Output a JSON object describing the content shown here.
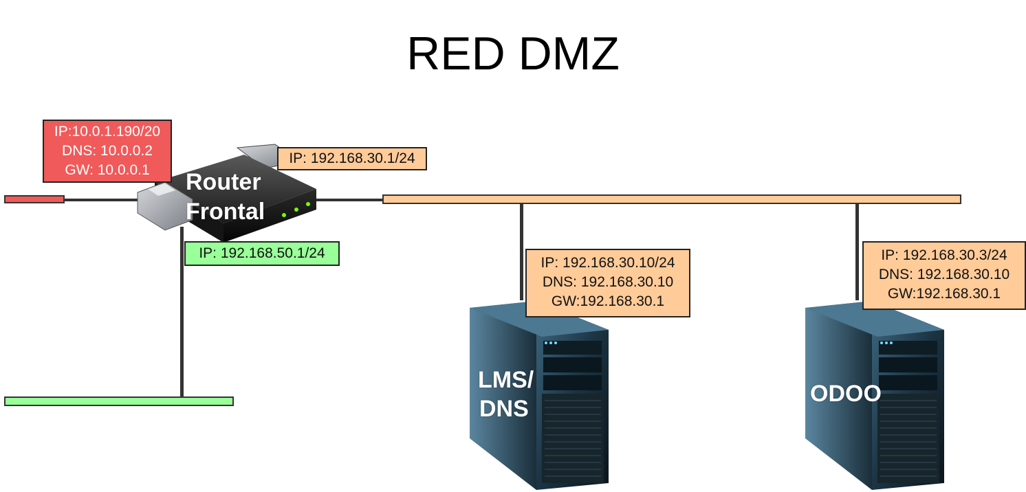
{
  "diagram": {
    "title": "RED DMZ",
    "router": {
      "name_line1": "Router",
      "name_line2": "Frontal",
      "wan_label": [
        "IP:10.0.1.190/20",
        "DNS: 10.0.0.2",
        "GW: 10.0.0.1"
      ],
      "dmz_ip": "IP: 192.168.30.1/24",
      "lan_ip": "IP: 192.168.50.1/24"
    },
    "servers": [
      {
        "name_line1": "LMS/",
        "name_line2": "DNS",
        "config": [
          "IP: 192.168.30.10/24",
          "DNS: 192.168.30.10",
          "GW:192.168.30.1"
        ]
      },
      {
        "name_line1": "ODOO",
        "name_line2": "",
        "config": [
          "IP: 192.168.30.3/24",
          "DNS: 192.168.30.10",
          "GW:192.168.30.1"
        ]
      }
    ],
    "colors": {
      "wan": "#f05a5a",
      "dmz": "#ffcb99",
      "lan": "#99ff99"
    },
    "icons": [
      "router-icon",
      "server-tower-icon"
    ]
  }
}
